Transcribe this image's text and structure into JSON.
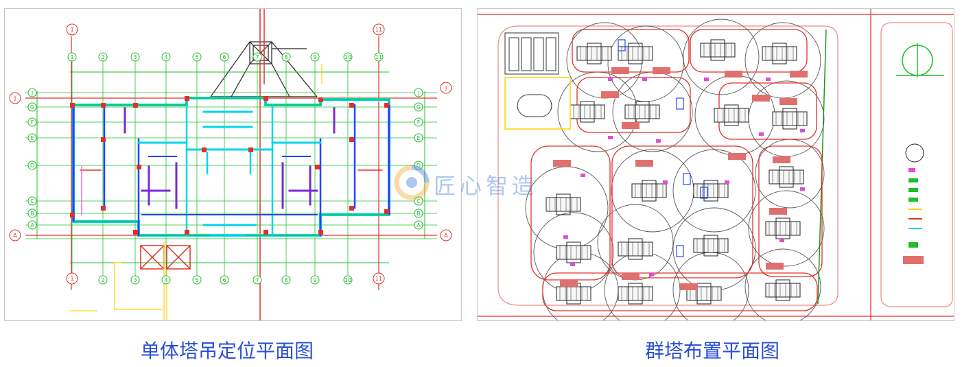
{
  "captions": {
    "left": "单体塔吊定位平面图",
    "right": "群塔布置平面图"
  },
  "watermark": {
    "text": "匠心智造",
    "icon": "swirl-logo-icon"
  },
  "left_drawing": {
    "grid_bubbles_top": [
      "1",
      "2",
      "3",
      "4",
      "5",
      "6",
      "7",
      "8",
      "9",
      "10",
      "11"
    ],
    "grid_bubbles_side": [
      "J",
      "G",
      "F",
      "E",
      "D",
      "C",
      "B",
      "A"
    ]
  },
  "colors": {
    "caption": "#2a4fd6",
    "grid_red": "#e0302a",
    "grid_green": "#1fbf2a",
    "wall_cyan": "#00d6e6",
    "wall_purple": "#7a2ad6",
    "wall_blue": "#2244ff",
    "watermark": "#2b6fd6"
  }
}
